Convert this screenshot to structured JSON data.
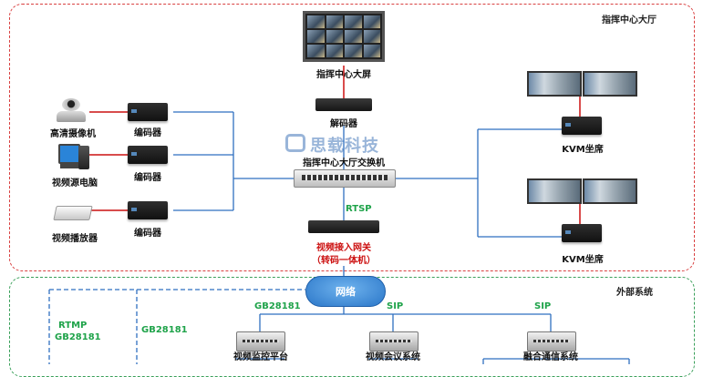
{
  "zones": {
    "command_hall": "指挥中心大厅",
    "external_system": "外部系统"
  },
  "devices": {
    "video_wall": "指挥中心大屏",
    "decoder": "解码器",
    "hd_camera": "高清摄像机",
    "video_pc": "视频源电脑",
    "video_player": "视频播放器",
    "encoder_1": "编码器",
    "encoder_2": "编码器",
    "encoder_3": "编码器",
    "hall_switch": "指挥中心大厅交换机",
    "gateway_line1": "视频接入网关",
    "gateway_line2": "（转码一体机）",
    "kvm_1": "KVM坐席",
    "kvm_2": "KVM坐席",
    "network": "网络",
    "video_monitoring": "视频监控平台",
    "video_conference": "视频会议系统",
    "converged_comm": "融合通信系统"
  },
  "protocols": {
    "rtsp": "RTSP",
    "gb_1": "GB28181",
    "sip_1": "SIP",
    "sip_2": "SIP",
    "rtmp_line1": "RTMP",
    "rtmp_line2": "GB28181",
    "gb_2": "GB28181"
  },
  "watermark": "思载科技",
  "colors": {
    "command_border": "#d94040",
    "external_border": "#3aa05a",
    "link_blue": "#2f6fc0",
    "link_red": "#cc1010",
    "protocol_green": "#1fa34a"
  }
}
